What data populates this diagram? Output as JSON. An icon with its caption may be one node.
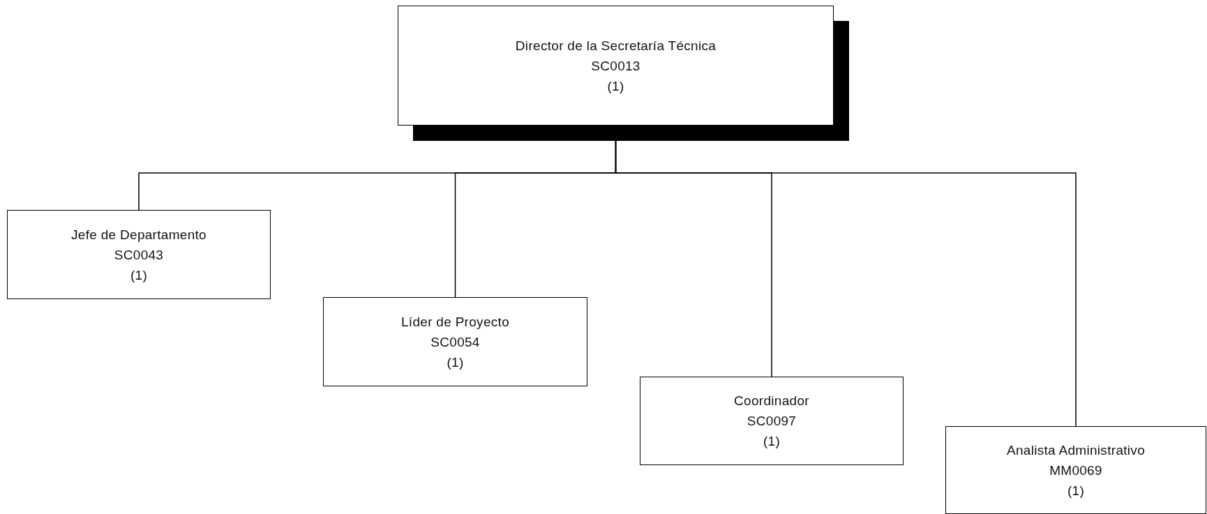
{
  "diagram": {
    "nodes": [
      {
        "text": [
          "Director de la Secretaría Técnica",
          "SC0013",
          "(1)"
        ]
      },
      {
        "text": [
          "Jefe de Departamento",
          "SC0043",
          "(1)"
        ]
      },
      {
        "text": [
          "Líder de Proyecto",
          "SC0054",
          "(1)"
        ]
      },
      {
        "text": [
          "Coordinador",
          "SC0097",
          "(1)"
        ]
      },
      {
        "text": [
          "Analista Administrativo",
          "MM0069",
          "(1)"
        ]
      }
    ],
    "edges": [
      {
        "from": 0,
        "to": 1,
        "arrow": "none"
      },
      {
        "from": 0,
        "to": 2,
        "arrow": "none"
      },
      {
        "from": 0,
        "to": 3,
        "arrow": "none"
      },
      {
        "from": 0,
        "to": 4,
        "arrow": "none"
      }
    ]
  }
}
